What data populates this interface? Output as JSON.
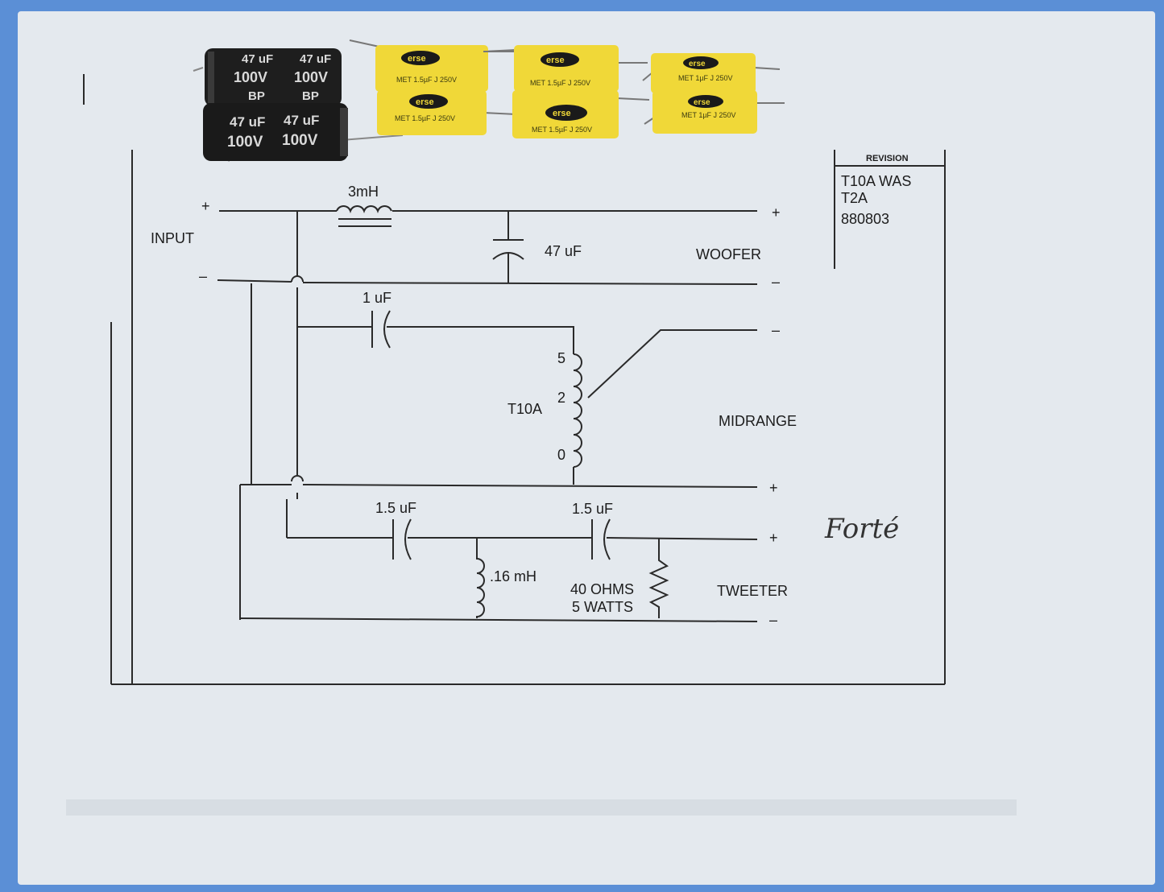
{
  "schematic": {
    "input_label": "INPUT",
    "plus": "+",
    "minus": "–",
    "inductor_main": "3mH",
    "cap_woofer": "47 uF",
    "woofer_label": "WOOFER",
    "cap_mid": "1 uF",
    "tap_5": "5",
    "tap_2": "2",
    "tap_0": "0",
    "transformer": "T10A",
    "midrange_label": "MIDRANGE",
    "cap_tw1": "1.5 uF",
    "cap_tw2": "1.5 uF",
    "inductor_tw": ".16 mH",
    "resistor_line1": "40 OHMS",
    "resistor_line2": "5 WATTS",
    "tweeter_label": "TWEETER",
    "handwritten": "Forté"
  },
  "revision": {
    "header": "REVISION",
    "line1": "T10A  WAS",
    "line2": "T2A",
    "line3": "880803"
  },
  "components": {
    "electrolytic": {
      "value": "47 uF",
      "voltage": "100V",
      "type": "BP"
    },
    "film_brand": "erse",
    "film_large": "MET 1.5µF J 250V",
    "film_small": "MET 1µF J 250V"
  },
  "colors": {
    "background": "#5b8fd6",
    "paper": "#e4e9ee",
    "ink": "#2a2a2a",
    "film_cap": "#f0d838",
    "electrolytic": "#1e1e1e"
  }
}
